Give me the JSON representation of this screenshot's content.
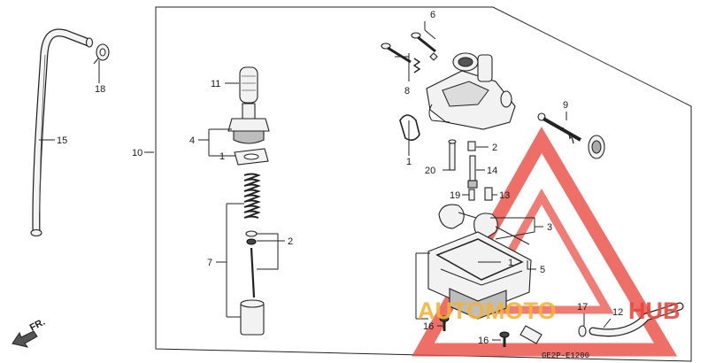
{
  "diagram": {
    "code": "GE2P-E1200",
    "direction_label": "FR.",
    "watermark_text_a": "AUTOMOTO",
    "watermark_text_b": "HUB",
    "colors": {
      "watermark_red": "#e8463c",
      "watermark_gold": "#f5b335",
      "line": "#222222"
    },
    "callouts": {
      "c1_a": "1",
      "c1_b": "1",
      "c1_c": "1",
      "c2_a": "2",
      "c2_b": "2",
      "c3": "3",
      "c4": "4",
      "c5": "5",
      "c6": "6",
      "c7": "7",
      "c8": "8",
      "c9": "9",
      "c10": "10",
      "c11": "11",
      "c12": "12",
      "c13": "13",
      "c14": "14",
      "c15": "15",
      "c16_a": "16",
      "c16_b": "16",
      "c17": "17",
      "c18": "18",
      "c19": "19",
      "c20": "20"
    }
  }
}
